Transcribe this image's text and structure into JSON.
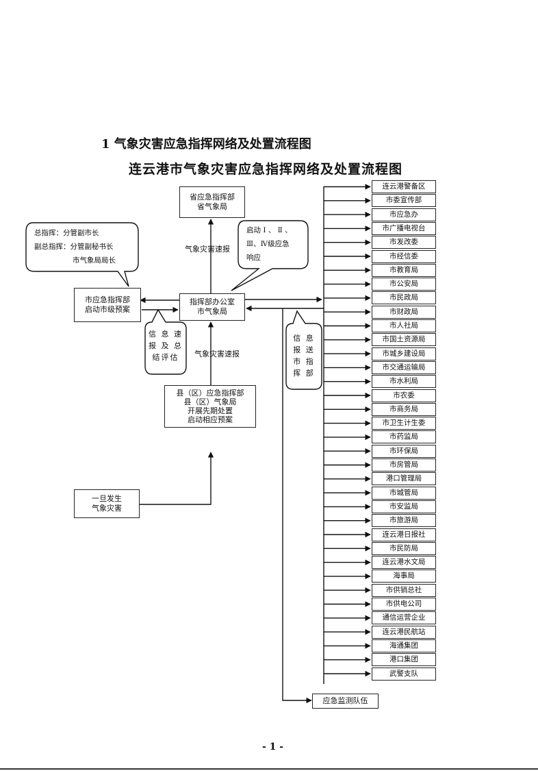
{
  "section_title": "1  气象灾害应急指挥网络及处置流程图",
  "diagram_title": "连云港市气象灾害应急指挥网络及处置流程图",
  "nodes": {
    "province": [
      "省应急指挥部",
      "省气象局"
    ],
    "city_hq": [
      "市应急指挥部",
      "启动市级预案"
    ],
    "hq_office": [
      "指挥部办公室",
      "市气象局"
    ],
    "county": [
      "县（区）应急指挥部",
      "县（区）气象局",
      "开展先期处置",
      "启动相应预案"
    ],
    "disaster": [
      "一旦发生",
      "气象灾害"
    ],
    "monitoring": "应急监测队伍"
  },
  "labels": {
    "fast_report_up": "气象灾害速报",
    "fast_report_county": "气象灾害速报",
    "info_report_eval": [
      "信 息 速",
      "报 及 总",
      "结评估"
    ],
    "info_send": [
      "信   息",
      "报   送",
      "市   指",
      "挥   部"
    ]
  },
  "callouts": {
    "commanders": [
      "总指挥：分管副市长",
      "副总指挥：分管副秘书长",
      "市气象局局长"
    ],
    "response": [
      "启动 Ⅰ 、 Ⅱ 、",
      "Ⅲ、Ⅳ级应急",
      "响应"
    ]
  },
  "departments": [
    "连云港警备区",
    "市委宣传部",
    "市应急办",
    "市广播电视台",
    "市发改委",
    "市经信委",
    "市教育局",
    "市公安局",
    "市民政局",
    "市财政局",
    "市人社局",
    "市国土资源局",
    "市城乡建设局",
    "市交通运输局",
    "市水利局",
    "市农委",
    "市商务局",
    "市卫生计生委",
    "市药监局",
    "市环保局",
    "市房管局",
    "港口管理局",
    "市城管局",
    "市安监局",
    "市旅游局",
    "连云港日报社",
    "市民防局",
    "连云港水文局",
    "海事局",
    "市供销总社",
    "市供电公司",
    "通信运营企业",
    "连云港民航站",
    "海通集团",
    "港口集团",
    "武警支队"
  ],
  "page_number": "- 1 -"
}
